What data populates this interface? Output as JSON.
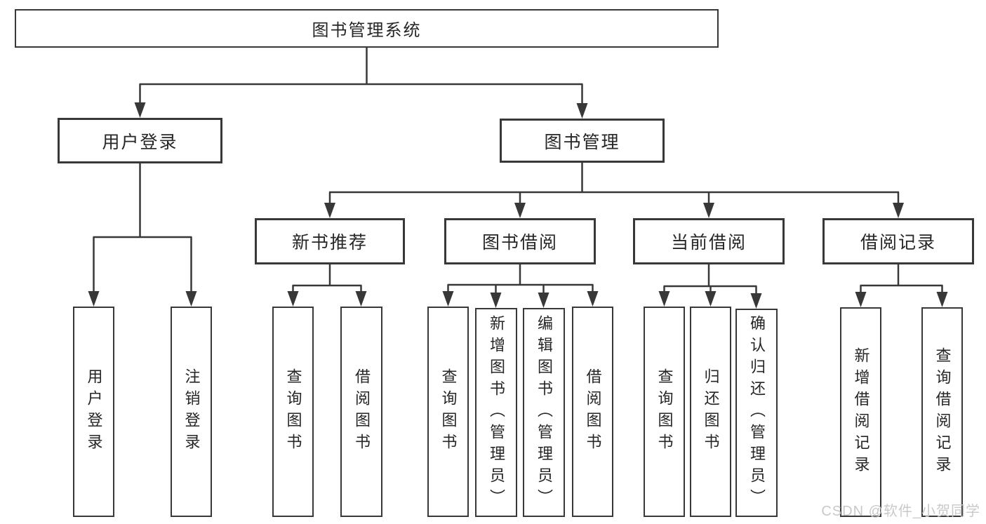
{
  "colors": {
    "line": "#383838",
    "box_border": "#383838",
    "box_fill": "#ffffff",
    "text": "#262626",
    "watermark": "#c9c9c9",
    "background": "#ffffff"
  },
  "tree": {
    "root": {
      "label": "图书管理系统"
    },
    "branches": [
      {
        "label": "用户登录",
        "children": [
          {
            "label": "用户登录"
          },
          {
            "label": "注销登录"
          }
        ]
      },
      {
        "label": "图书管理",
        "children": [
          {
            "label": "新书推荐",
            "children": [
              {
                "label": "查询图书"
              },
              {
                "label": "借阅图书"
              }
            ]
          },
          {
            "label": "图书借阅",
            "children": [
              {
                "label": "查询图书"
              },
              {
                "label": "新增图书（管理员）"
              },
              {
                "label": "编辑图书（管理员）"
              },
              {
                "label": "借阅图书"
              }
            ]
          },
          {
            "label": "当前借阅",
            "children": [
              {
                "label": "查询图书"
              },
              {
                "label": "归还图书"
              },
              {
                "label": "确认归还（管理员）"
              }
            ]
          },
          {
            "label": "借阅记录",
            "children": [
              {
                "label": "新增借阅记录"
              },
              {
                "label": "查询借阅记录"
              }
            ]
          }
        ]
      }
    ]
  },
  "watermark": {
    "text": "CSDN @软件_小贺同学"
  }
}
